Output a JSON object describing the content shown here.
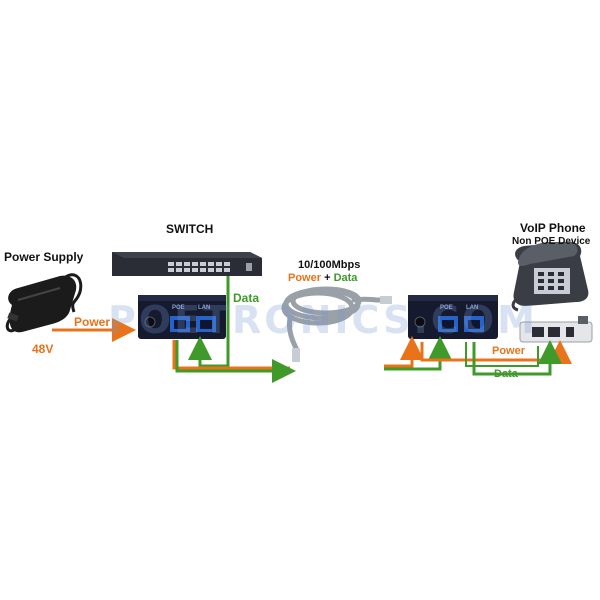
{
  "labels": {
    "power_supply": "Power Supply",
    "switch": "SWITCH",
    "voltage": "48V",
    "power_left": "Power",
    "data_switch": "Data",
    "speed": "10/100Mbps",
    "combined_power": "Power",
    "combined_plus": "+",
    "combined_data": "Data",
    "voip_phone": "VoIP Phone",
    "non_poe_device": "Non POE Device",
    "power_right": "Power",
    "data_right": "Data",
    "port_poe": "POE",
    "port_lan": "LAN"
  },
  "watermark": "POETRONICS.COM",
  "colors": {
    "power": "#e8731a",
    "data": "#3f9a2a",
    "injector": "#151a2e",
    "port_blue": "#2563c8",
    "switch_body": "#2a2d35",
    "cable": "#9aa0a8"
  }
}
